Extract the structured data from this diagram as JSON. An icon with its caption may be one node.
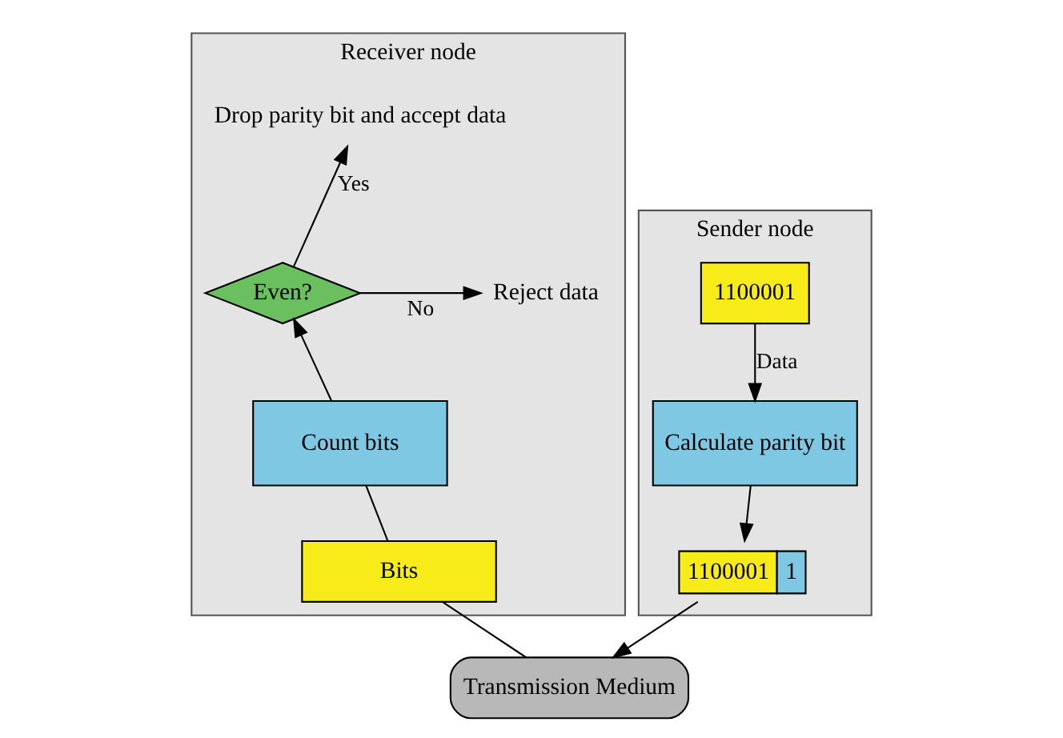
{
  "diagram": {
    "nodes": [
      {
        "text": [
          "Receiver node"
        ]
      },
      {
        "text": [
          "Drop parity bit and accept data"
        ],
        "in": 0
      },
      {
        "text": [
          "Reject data"
        ],
        "in": 0
      },
      {
        "text": [
          "Even?"
        ],
        "in": 0
      },
      {
        "text": [
          "Count bits"
        ],
        "in": 0
      },
      {
        "text": [
          "Bits"
        ],
        "in": 0
      },
      {
        "text": [
          "Sender node"
        ]
      },
      {
        "text": [
          "1100001"
        ],
        "in": 6
      },
      {
        "text": [
          "Calculate parity bit"
        ],
        "in": 6
      },
      {
        "text": [
          "1100001",
          "1"
        ],
        "in": 6
      },
      {
        "text": [
          "Transmission Medium"
        ]
      }
    ],
    "edges": [
      {
        "from": 7,
        "to": 8,
        "arrow": "to",
        "label": "Data"
      },
      {
        "from": 8,
        "to": 9,
        "arrow": "to"
      },
      {
        "from": 9,
        "to": 10,
        "arrow": "to"
      },
      {
        "from": 10,
        "to": 5,
        "arrow": "none"
      },
      {
        "from": 5,
        "to": 4,
        "arrow": "none"
      },
      {
        "from": 4,
        "to": 3,
        "arrow": "to"
      },
      {
        "from": 3,
        "to": 1,
        "arrow": "to",
        "label": "Yes"
      },
      {
        "from": 3,
        "to": 2,
        "arrow": "to",
        "label": "No"
      }
    ]
  }
}
